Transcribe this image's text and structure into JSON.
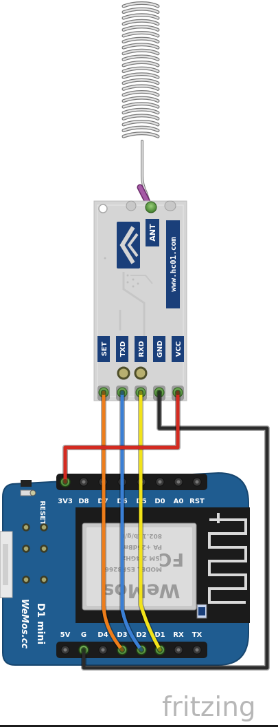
{
  "module": {
    "pin_labels": [
      "SET",
      "TXD",
      "RXD",
      "GND",
      "VCC"
    ],
    "antenna_label": "ANT",
    "website": "www.hc01.com"
  },
  "board": {
    "top_pins": [
      "3V3",
      "D8",
      "D7",
      "D6",
      "D5",
      "D0",
      "A0",
      "RST"
    ],
    "bottom_pins": [
      "5V",
      "G",
      "D4",
      "D3",
      "D2",
      "D1",
      "RX",
      "TX"
    ],
    "reset_label": "RESET",
    "name": "D1 mini",
    "brand": "WeMos.cc",
    "chip_brand": "WeMos",
    "chip_model": "MODEL ESP8266",
    "chip_lines": [
      "ISM 2.4GHz",
      "PA +25dBm",
      "802.11b/g/n"
    ],
    "chip_mark": "FC"
  },
  "wires": [
    {
      "from": "SET",
      "to": "D3",
      "color": "#ee7d1a"
    },
    {
      "from": "TXD",
      "to": "D2",
      "color": "#3a7fd5"
    },
    {
      "from": "RXD",
      "to": "D1",
      "color": "#f2e31a"
    },
    {
      "from": "GND",
      "to": "G",
      "color": "#2b2b2b"
    },
    {
      "from": "VCC",
      "to": "3V3",
      "color": "#d42a20"
    }
  ],
  "footer": {
    "logo": "fritzing"
  }
}
